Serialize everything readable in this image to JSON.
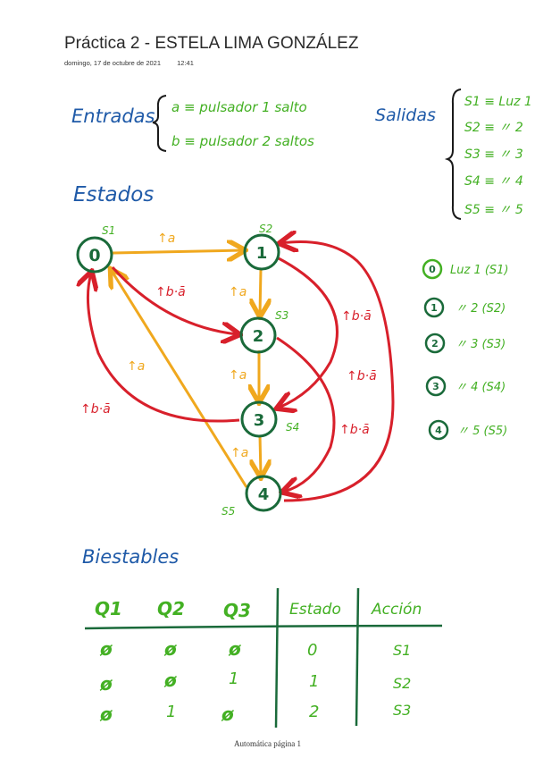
{
  "header": {
    "title": "Práctica 2 - ESTELA LIMA GONZÁLEZ",
    "date": "domingo, 17 de octubre de 2021",
    "time": "12:41"
  },
  "entradas": {
    "heading": "Entradas",
    "items": [
      "a ≡ pulsador 1 salto",
      "b ≡ pulsador 2 saltos"
    ]
  },
  "salidas": {
    "heading": "Salidas",
    "items": [
      "S1 ≡ Luz 1",
      "S2 ≡ 〃 2",
      "S3 ≡ 〃 3",
      "S4 ≡ 〃 4",
      "S5 ≡ 〃 5"
    ]
  },
  "estados": {
    "heading": "Estados",
    "states": [
      {
        "label": "0",
        "output": "S1"
      },
      {
        "label": "1",
        "output": "S2"
      },
      {
        "label": "2",
        "output": "S3"
      },
      {
        "label": "3",
        "output": "S4"
      },
      {
        "label": "4",
        "output": "S5"
      }
    ],
    "transition_labels": {
      "fa": "↑a",
      "fb_not_a": "↑b·ā"
    },
    "legend": [
      {
        "state": "0",
        "text": "Luz 1 (S1)"
      },
      {
        "state": "1",
        "text": "〃 2 (S2)"
      },
      {
        "state": "2",
        "text": "〃 3 (S3)"
      },
      {
        "state": "3",
        "text": "〃 4 (S4)"
      },
      {
        "state": "4",
        "text": "〃 5 (S5)"
      }
    ]
  },
  "biestables": {
    "heading": "Biestables",
    "columns": [
      "Q1",
      "Q2",
      "Q3",
      "Estado",
      "Acción"
    ],
    "rows": [
      [
        "ø",
        "ø",
        "ø",
        "0",
        "S1"
      ],
      [
        "ø",
        "ø",
        "1",
        "1",
        "S2"
      ],
      [
        "ø",
        "1",
        "ø",
        "2",
        "S3"
      ]
    ]
  },
  "footer": {
    "text": "Automática página 1"
  },
  "colors": {
    "blue": "#1f5aa8",
    "green": "#43b023",
    "dark_green": "#1a6a3a",
    "red": "#d8202b",
    "orange": "#f0a81e"
  }
}
